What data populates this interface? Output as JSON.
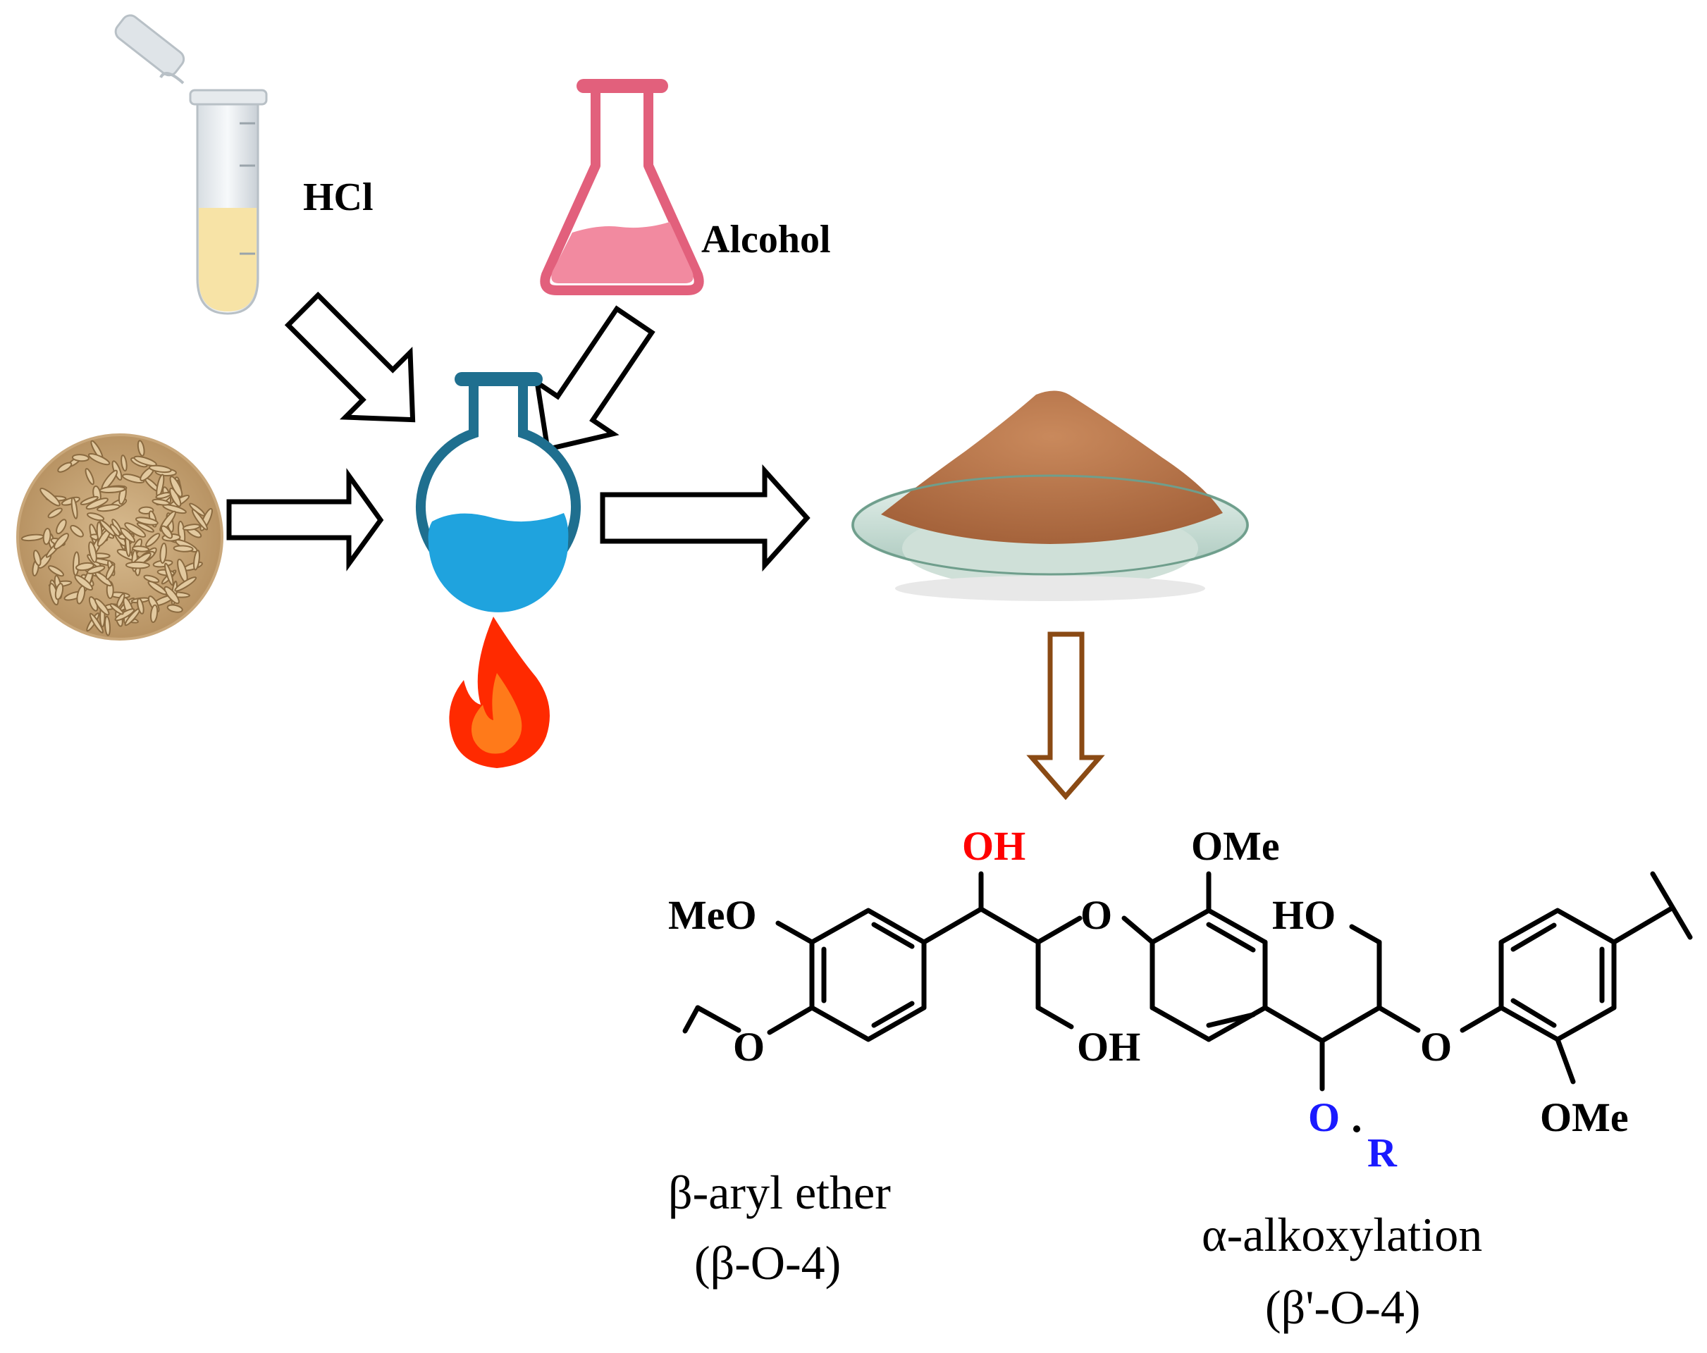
{
  "reagents": {
    "acid": "HCl",
    "solvent": "Alcohol"
  },
  "structure": {
    "atoms": {
      "oh_red": "OH",
      "ome_top": "OMe",
      "meo_left": "MeO",
      "o_ether_1": "O",
      "ho_right": "HO",
      "o_left": "O",
      "oh_bottom": "OH",
      "o_ether_2": "O",
      "o_blue": "O",
      "r_group": "R",
      "ome_bottom": "OMe"
    },
    "captions": {
      "linkage_1": "β-aryl ether",
      "linkage_1_code": "(β-O-4)",
      "linkage_2": "α-alkoxylation",
      "linkage_2_code": "(β'-O-4)"
    }
  },
  "colors": {
    "hydroxyl": "#ff0000",
    "alkoxy": "#1a1aff",
    "arrow_product": "#8a4a14",
    "tube_liquid": "#f7e3a6",
    "alcohol_flask": "#e2607c",
    "alcohol_liquid": "#f28aa0",
    "reactor_flask": "#1f6f8f",
    "reactor_liquid": "#1fa3de",
    "flame_outer": "#ff2a00",
    "flame_inner": "#ff7a1a",
    "lignin_powder": "#b87348",
    "biomass": "#c9a77a"
  }
}
